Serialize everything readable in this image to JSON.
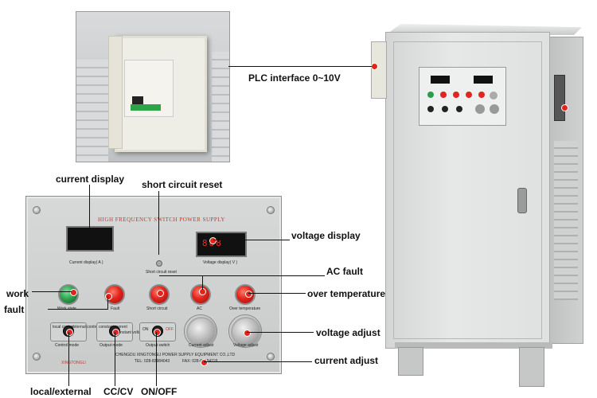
{
  "labels": {
    "plc_interface": "PLC interface 0~10V",
    "current_display": "current display",
    "short_circuit_reset": "short circuit reset",
    "voltage_display": "voltage display",
    "ac_fault": "AC fault",
    "work": "work",
    "fault": "fault",
    "over_temperature": "over temperature",
    "voltage_adjust": "voltage adjust",
    "current_adjust": "current adjust",
    "local_external": "local/external",
    "cc_cv": "CC/CV",
    "on_off": "ON/OFF"
  },
  "panel": {
    "title": "HIGH FREQUENCY  SWITCH POWER SUPPLY",
    "current_display_caption": "Current display( A )",
    "voltage_display_caption": "Voltage display( V )",
    "short_circuit_reset_caption": "Short circuit reset",
    "lamp_work": "Work state",
    "lamp_fault": "Fault",
    "lamp_short": "Short circuit",
    "lamp_ac": "AC",
    "lamp_over_temp": "Over temperature",
    "control_mode": "Control mode",
    "output_mode": "Output mode",
    "output_switch": "Output switch",
    "current_adjust": "Current adjust",
    "voltage_adjust": "Voltage adjust",
    "switch_local": "local control",
    "switch_external": "external control",
    "switch_constant_current": "constant current",
    "switch_constant_voltage": "constant voltage",
    "switch_on": "ON",
    "switch_off": "OFF",
    "company": "CHENGDU XINGTONGLI POWER SUPPLY EQUIPMENT CO.,LTD",
    "tel": "TEL: 028-83984043",
    "fax": "FAX: 028-83984118",
    "logo_text": "XINGTONGLI"
  },
  "colors": {
    "callout_dot": "#e3241b",
    "lamp_red": "#e3241b",
    "lamp_green": "#2a9d4a",
    "panel_title": "#c0392b"
  }
}
